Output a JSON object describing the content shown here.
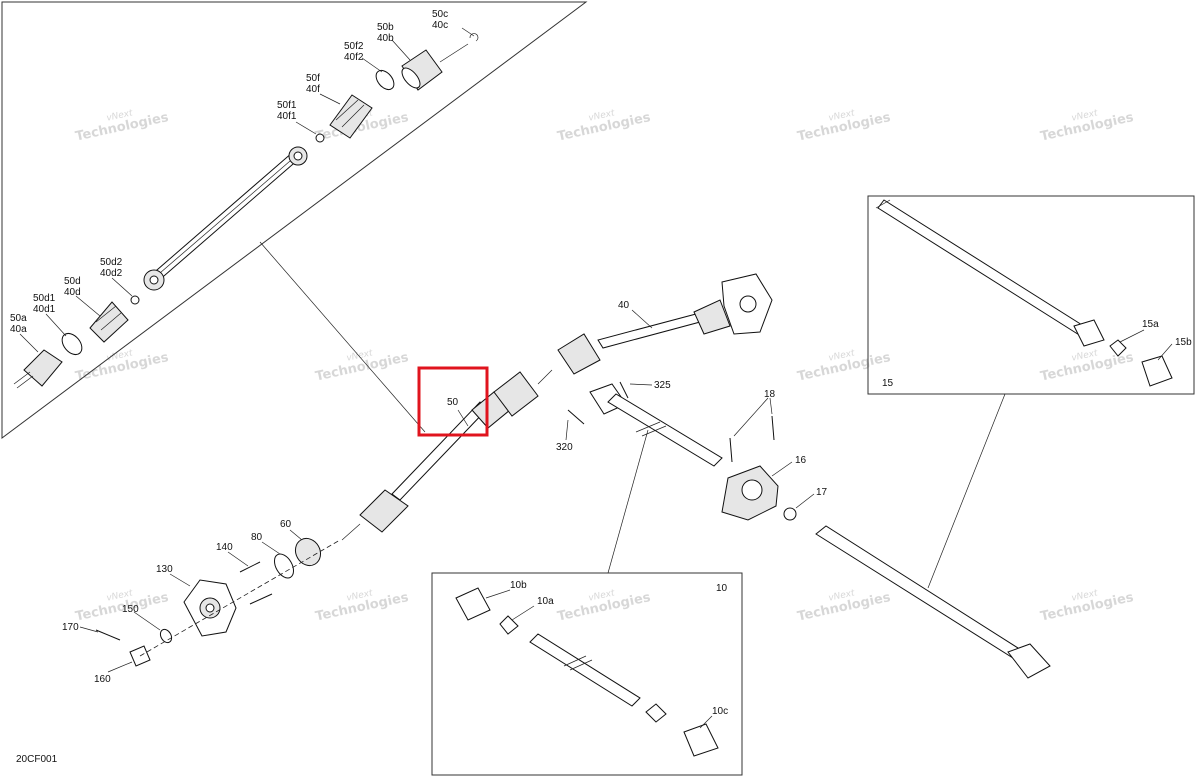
{
  "diagram_code": "20CF001",
  "watermark": {
    "line1": "vNext",
    "line2": "Technologies"
  },
  "highlight_color": "#e0141e",
  "callouts": {
    "c50c40c": {
      "a": "50c",
      "b": "40c"
    },
    "c50b40b": {
      "a": "50b",
      "b": "40b"
    },
    "c50f2": {
      "a": "50f2",
      "b": "40f2"
    },
    "c50f": {
      "a": "50f",
      "b": "40f"
    },
    "c50f1": {
      "a": "50f1",
      "b": "40f1"
    },
    "c50d2": {
      "a": "50d2",
      "b": "40d2"
    },
    "c50d": {
      "a": "50d",
      "b": "40d"
    },
    "c50d1": {
      "a": "50d1",
      "b": "40d1"
    },
    "c50a": {
      "a": "50a",
      "b": "40a"
    },
    "c40": "40",
    "c50": "50",
    "c325": "325",
    "c320": "320",
    "c18": "18",
    "c16": "16",
    "c17": "17",
    "c15a": "15a",
    "c15b": "15b",
    "c15": "15",
    "c140": "140",
    "c130": "130",
    "c80": "80",
    "c60": "60",
    "c150": "150",
    "c170": "170",
    "c160": "160",
    "c10b": "10b",
    "c10a": "10a",
    "c10": "10",
    "c10c": "10c"
  }
}
